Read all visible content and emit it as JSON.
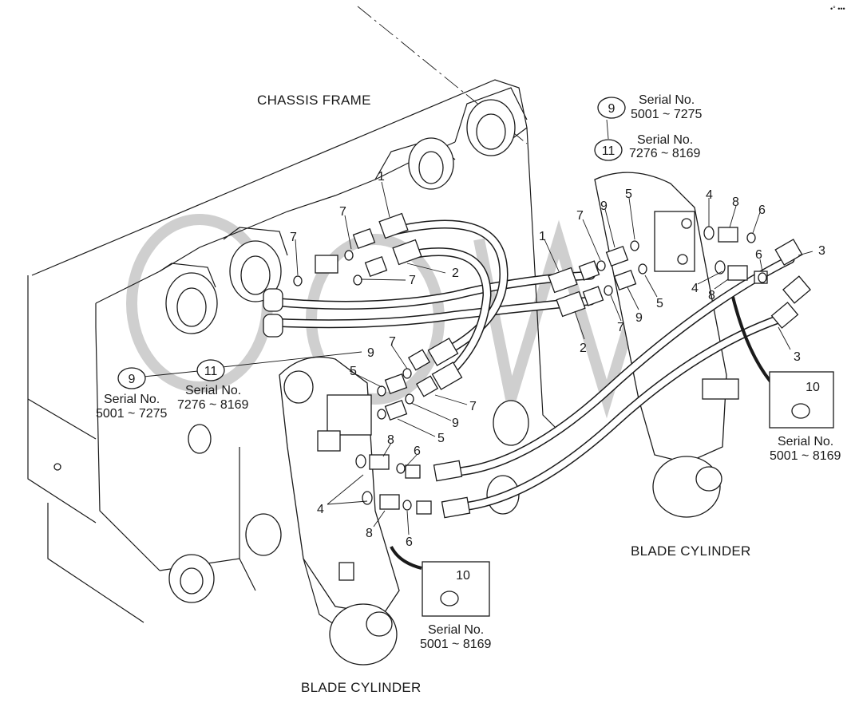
{
  "titles": {
    "chassis": "CHASSIS FRAME",
    "blade_right": "BLADE CYLINDER",
    "blade_bottom": "BLADE CYLINDER"
  },
  "corner_mark": "•° •••",
  "callouts": {
    "top_circle_9": "9",
    "top_circle_11": "11",
    "top_serial_a_l1": "Serial No.",
    "top_serial_a_l2": "5001 ~ 7275",
    "top_serial_b_l1": "Serial No.",
    "top_serial_b_l2": "7276 ~ 8169",
    "left_circle_9": "9",
    "left_circle_11": "11",
    "left_serial_a_l1": "Serial No.",
    "left_serial_a_l2": "5001 ~ 7275",
    "left_serial_b_l1": "Serial No.",
    "left_serial_b_l2": "7276 ~ 8169",
    "box_right_num": "10",
    "box_right_serial_l1": "Serial No.",
    "box_right_serial_l2": "5001 ~ 8169",
    "box_bottom_num": "10",
    "box_bottom_serial_l1": "Serial No.",
    "box_bottom_serial_l2": "5001 ~ 8169"
  },
  "part_numbers": {
    "n1a": "1",
    "n1b": "1",
    "n2a": "2",
    "n2b": "2",
    "n3a": "3",
    "n3b": "3",
    "n4a": "4",
    "n4b": "4",
    "n4c": "4",
    "n5a": "5",
    "n5b": "5",
    "n5c": "5",
    "n5d": "5",
    "n6a": "6",
    "n6b": "6",
    "n6c": "6",
    "n6d": "6",
    "n7a": "7",
    "n7b": "7",
    "n7c": "7",
    "n7d": "7",
    "n7e": "7",
    "n7f": "7",
    "n7g": "7",
    "n8a": "8",
    "n8b": "8",
    "n8c": "8",
    "n8d": "8",
    "n9a": "9",
    "n9b": "9",
    "n9c": "9",
    "n9d": "9"
  }
}
